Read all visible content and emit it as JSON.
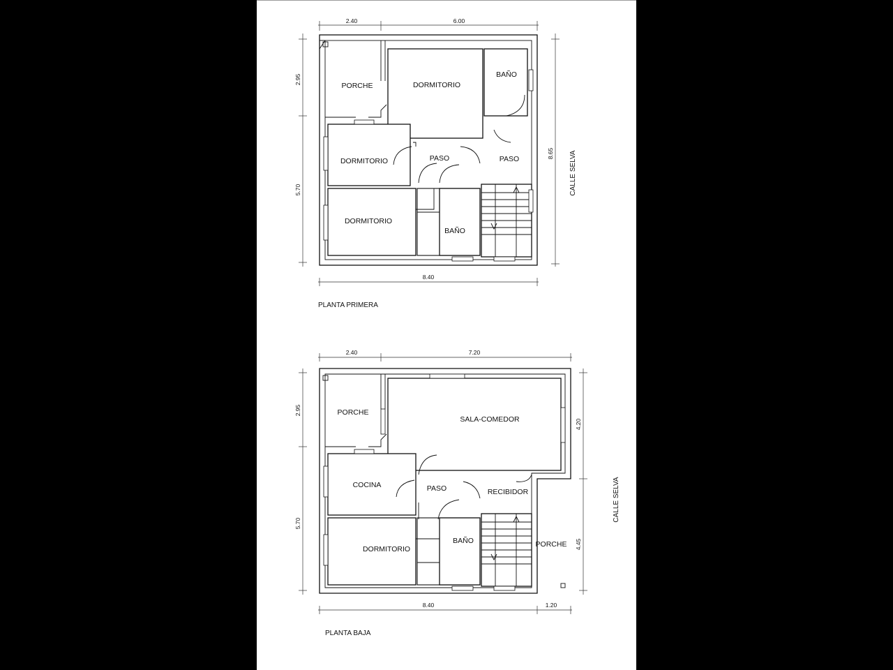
{
  "upper_floor": {
    "title": "PLANTA PRIMERA",
    "street": "CALLE SELVA",
    "dims": {
      "top_left": "2.40",
      "top_right": "6.00",
      "left_top": "2.95",
      "left_bottom": "5.70",
      "right": "8.65",
      "bottom": "8.40"
    },
    "rooms": {
      "porch": "PORCHE",
      "bedroom_1": "DORMITORIO",
      "bath_1": "BAÑO",
      "bedroom_2": "DORMITORIO",
      "hall_1": "PASO",
      "hall_2": "PASO",
      "bedroom_3": "DORMITORIO",
      "bath_2": "BAÑO"
    }
  },
  "ground_floor": {
    "title": "PLANTA BAJA",
    "street": "CALLE SELVA",
    "dims": {
      "top_left": "2.40",
      "top_right": "7.20",
      "left_top": "2.95",
      "left_bottom": "5.70",
      "right_top": "4.20",
      "right_bottom": "4.45",
      "bottom": "8.40",
      "bottom_right": "1.20"
    },
    "rooms": {
      "porch_1": "PORCHE",
      "living": "SALA-COMEDOR",
      "kitchen": "COCINA",
      "hall": "PASO",
      "entrance": "RECIBIDOR",
      "bedroom": "DORMITORIO",
      "bath": "BAÑO",
      "porch_2": "PORCHE"
    }
  }
}
